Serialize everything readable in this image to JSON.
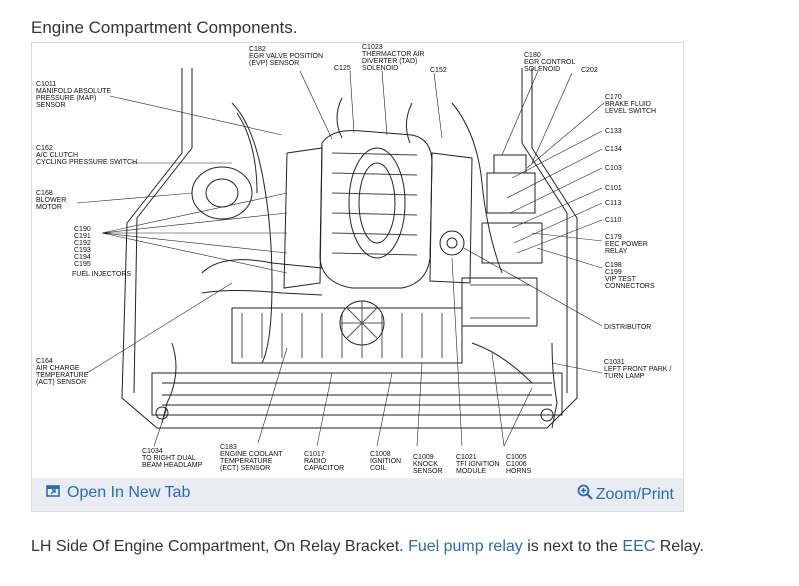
{
  "header": {
    "title": "Engine Compartment Components."
  },
  "toolbar": {
    "open_label": "Open In New Tab",
    "zoom_label": "Zoom/Print",
    "open_icon": "external-window-icon",
    "zoom_icon": "magnifier-plus-icon"
  },
  "diagram": {
    "labels": {
      "c182": [
        "C182",
        "EGR VALVE POSITION",
        "(EVP) SENSOR"
      ],
      "c1023": [
        "C1023",
        "THERMACTOR AIR",
        "DIVERTER (TAD)",
        "SOLENOID"
      ],
      "c125": [
        "C125"
      ],
      "c152": [
        "C152"
      ],
      "c180": [
        "C180",
        "EGR CONTROL",
        "SOLENOID"
      ],
      "c202": [
        "C202"
      ],
      "c1011": [
        "C1011",
        "MANIFOLD ABSOLUTE",
        "PRESSURE (MAP)",
        "SENSOR"
      ],
      "c170": [
        "C170",
        "BRAKE FLUID",
        "LEVEL SWITCH"
      ],
      "c133": [
        "C133"
      ],
      "c162": [
        "C162",
        "A/C CLUTCH",
        "CYCLING PRESSURE SWITCH"
      ],
      "c134": [
        "C134"
      ],
      "c103": [
        "C103"
      ],
      "c168": [
        "C168",
        "BLOWER",
        "MOTOR"
      ],
      "c101": [
        "C101"
      ],
      "c113": [
        "C113"
      ],
      "c110": [
        "C110"
      ],
      "injectors": [
        "C190",
        "C191",
        "C192",
        "C193",
        "C194",
        "C195",
        "FUEL INJECTORS"
      ],
      "c179": [
        "C179",
        "EEC POWER",
        "RELAY"
      ],
      "c198": [
        "C198",
        "C199",
        "VIP TEST",
        "CONNECTORS"
      ],
      "distributor": [
        "DISTRIBUTOR"
      ],
      "c164": [
        "C164",
        "AIR CHARGE",
        "TEMPERATURE",
        "(ACT) SENSOR"
      ],
      "c1031": [
        "C1031",
        "LEFT FRONT PARK /",
        "TURN LAMP"
      ],
      "c1034": [
        "C1034",
        "TO RIGHT DUAL",
        "BEAM HEADLAMP"
      ],
      "c183": [
        "C183",
        "ENGINE COOLANT",
        "TEMPERATURE",
        "(ECT) SENSOR"
      ],
      "c1017": [
        "C1017",
        "RADIO",
        "CAPACITOR"
      ],
      "c1008": [
        "C1008",
        "IGNITION",
        "COIL"
      ],
      "c1009": [
        "C1009",
        "KNOCK",
        "SENSOR"
      ],
      "c1021": [
        "C1021",
        "TFI IGNITION",
        "MODULE"
      ],
      "c1005": [
        "C1005",
        "C1006",
        "HORNS"
      ]
    }
  },
  "caption": {
    "text_before": "LH Side Of Engine Compartment, On Relay Bracket. ",
    "link1": "Fuel pump relay",
    "text_middle": " is next to the ",
    "link2": "EEC",
    "text_after": " Relay."
  }
}
